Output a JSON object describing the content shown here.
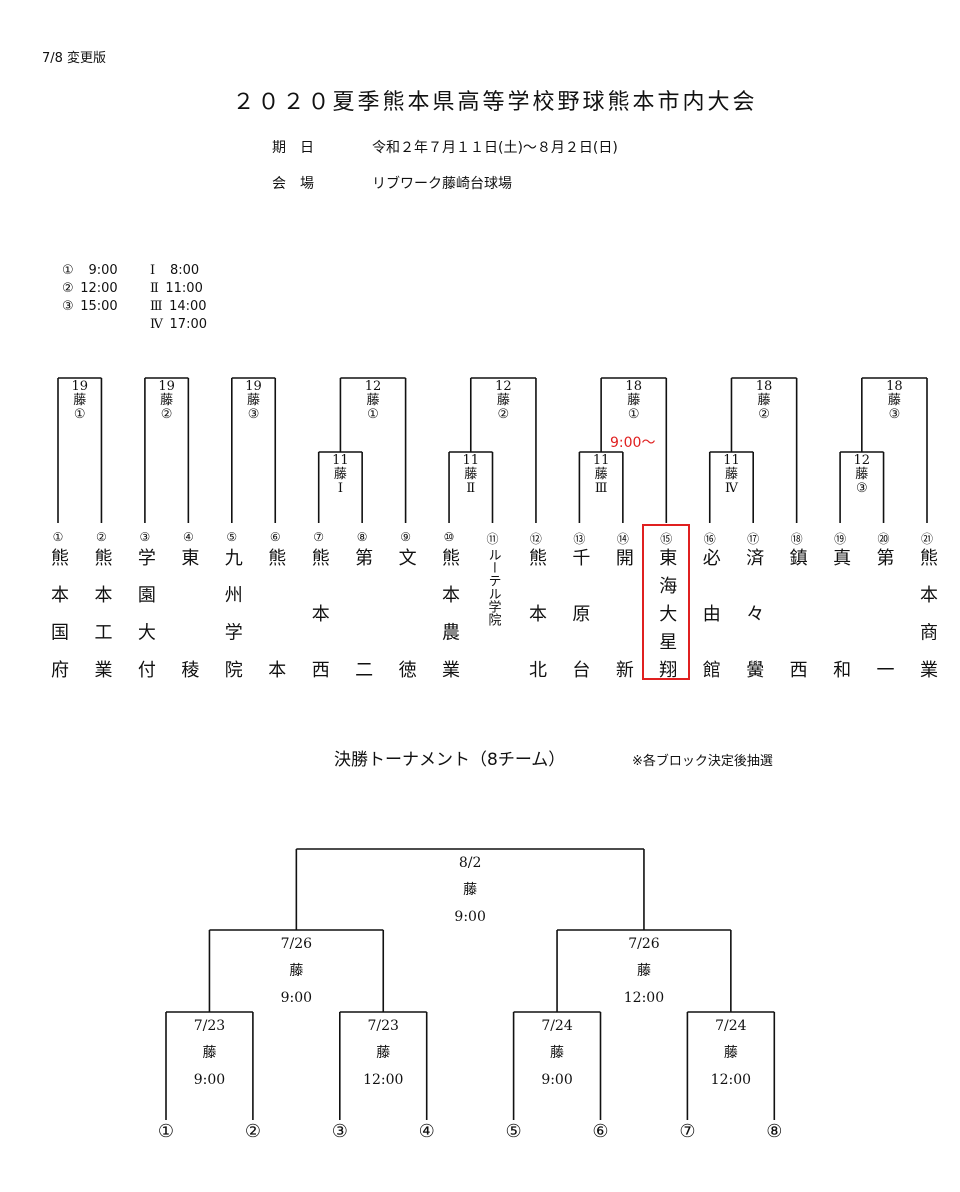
{
  "header": {
    "version": "7/8 変更版",
    "title": "２０２０夏季熊本県高等学校野球熊本市内大会",
    "date_label": "期　日",
    "date_value": "令和２年７月１１日(土)～８月２日(日)",
    "venue_label": "会　場",
    "venue_value": "リブワーク藤崎台球場"
  },
  "time_legend": [
    {
      "mark": "①",
      "time": "9:00"
    },
    {
      "mark": "②",
      "time": "12:00"
    },
    {
      "mark": "③",
      "time": "15:00"
    },
    {
      "mark": "Ⅰ",
      "time": "8:00"
    },
    {
      "mark": "Ⅱ",
      "time": "11:00"
    },
    {
      "mark": "Ⅲ",
      "time": "14:00"
    },
    {
      "mark": "Ⅳ",
      "time": "17:00"
    }
  ],
  "teams": [
    {
      "no": "①",
      "name": "熊本国府"
    },
    {
      "no": "②",
      "name": "熊本工業"
    },
    {
      "no": "③",
      "name": "学園大付"
    },
    {
      "no": "④",
      "name": "東稜"
    },
    {
      "no": "⑤",
      "name": "九州学院"
    },
    {
      "no": "⑥",
      "name": "熊本"
    },
    {
      "no": "⑦",
      "name": "熊本西"
    },
    {
      "no": "⑧",
      "name": "第二"
    },
    {
      "no": "⑨",
      "name": "文徳"
    },
    {
      "no": "⑩",
      "name": "熊本農業"
    },
    {
      "no": "⑪",
      "name": "ルーテル学院"
    },
    {
      "no": "⑫",
      "name": "熊本北"
    },
    {
      "no": "⑬",
      "name": "千原台"
    },
    {
      "no": "⑭",
      "name": "開新"
    },
    {
      "no": "⑮",
      "name": "東海大星翔",
      "highlight": true
    },
    {
      "no": "⑯",
      "name": "必由館"
    },
    {
      "no": "⑰",
      "name": "済々黌"
    },
    {
      "no": "⑱",
      "name": "鎮西"
    },
    {
      "no": "⑲",
      "name": "真和"
    },
    {
      "no": "⑳",
      "name": "第一"
    },
    {
      "no": "㉑",
      "name": "熊本商業"
    }
  ],
  "matches": [
    {
      "a": 0,
      "b": 1,
      "level": 1,
      "day": "19",
      "venue": "藤",
      "slot": "①"
    },
    {
      "a": 2,
      "b": 3,
      "level": 1,
      "day": "19",
      "venue": "藤",
      "slot": "②"
    },
    {
      "a": 4,
      "b": 5,
      "level": 1,
      "day": "19",
      "venue": "藤",
      "slot": "③"
    },
    {
      "a": 6,
      "b": 7,
      "level": 2,
      "day": "11",
      "venue": "藤",
      "slot": "Ⅰ"
    },
    {
      "pair": 3,
      "b": 8,
      "level": 1,
      "day": "12",
      "venue": "藤",
      "slot": "①"
    },
    {
      "a": 9,
      "b": 10,
      "level": 2,
      "day": "11",
      "venue": "藤",
      "slot": "Ⅱ"
    },
    {
      "pair": 5,
      "b": 11,
      "level": 1,
      "day": "12",
      "venue": "藤",
      "slot": "②"
    },
    {
      "a": 12,
      "b": 13,
      "level": 2,
      "day": "11",
      "venue": "藤",
      "slot": "Ⅲ"
    },
    {
      "pair": 7,
      "b": 14,
      "level": 1,
      "day": "18",
      "venue": "藤",
      "slot": "①"
    },
    {
      "a": 15,
      "b": 16,
      "level": 2,
      "day": "11",
      "venue": "藤",
      "slot": "Ⅳ"
    },
    {
      "pair": 9,
      "b": 17,
      "level": 1,
      "day": "18",
      "venue": "藤",
      "slot": "②"
    },
    {
      "a": 18,
      "b": 19,
      "level": 2,
      "day": "12",
      "venue": "藤",
      "slot": "③"
    },
    {
      "pair": 11,
      "b": 20,
      "level": 1,
      "day": "18",
      "venue": "藤",
      "slot": "③"
    }
  ],
  "red_note": "9:00～",
  "final": {
    "title": "決勝トーナメント（8チーム）",
    "note": "※各ブロック決定後抽選",
    "seeds": [
      "①",
      "②",
      "③",
      "④",
      "⑤",
      "⑥",
      "⑦",
      "⑧"
    ],
    "round1": [
      {
        "date": "7/23",
        "venue": "藤",
        "time": "9:00"
      },
      {
        "date": "7/23",
        "venue": "藤",
        "time": "12:00"
      },
      {
        "date": "7/24",
        "venue": "藤",
        "time": "9:00"
      },
      {
        "date": "7/24",
        "venue": "藤",
        "time": "12:00"
      }
    ],
    "semis": [
      {
        "date": "7/26",
        "venue": "藤",
        "time": "9:00"
      },
      {
        "date": "7/26",
        "venue": "藤",
        "time": "12:00"
      }
    ],
    "championship": {
      "date": "8/2",
      "venue": "藤",
      "time": "9:00"
    }
  },
  "colors": {
    "highlight": "#e02020",
    "line": "#111111"
  }
}
